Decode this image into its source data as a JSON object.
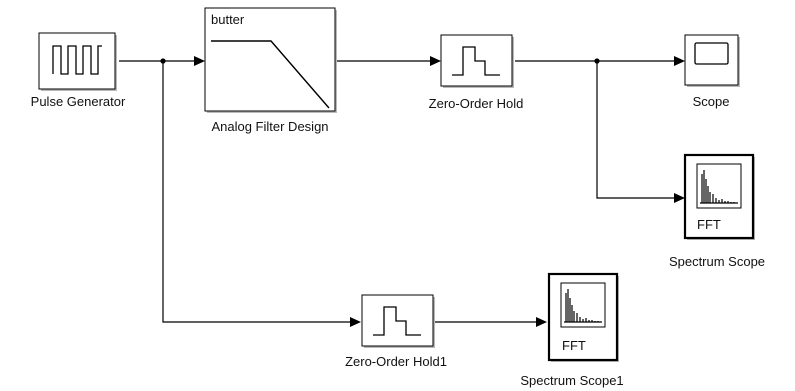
{
  "blocks": {
    "pulse_generator": {
      "label": "Pulse Generator"
    },
    "analog_filter": {
      "label": "Analog Filter Design",
      "inner_text": "butter"
    },
    "zoh": {
      "label": "Zero-Order Hold"
    },
    "scope": {
      "label": "Scope"
    },
    "spectrum_scope": {
      "label": "Spectrum Scope",
      "inner_text": "FFT"
    },
    "zoh1": {
      "label": "Zero-Order Hold1"
    },
    "spectrum_scope1": {
      "label": "Spectrum Scope1",
      "inner_text": "FFT"
    }
  },
  "icons": {
    "pulse_generator": "pulse-train-icon",
    "analog_filter": "lowpass-response-icon",
    "zoh": "staircase-icon",
    "scope": "scope-screen-icon",
    "spectrum_scope": "spectrum-bars-icon"
  },
  "colors": {
    "background": "#ffffff",
    "stroke": "#000000"
  }
}
